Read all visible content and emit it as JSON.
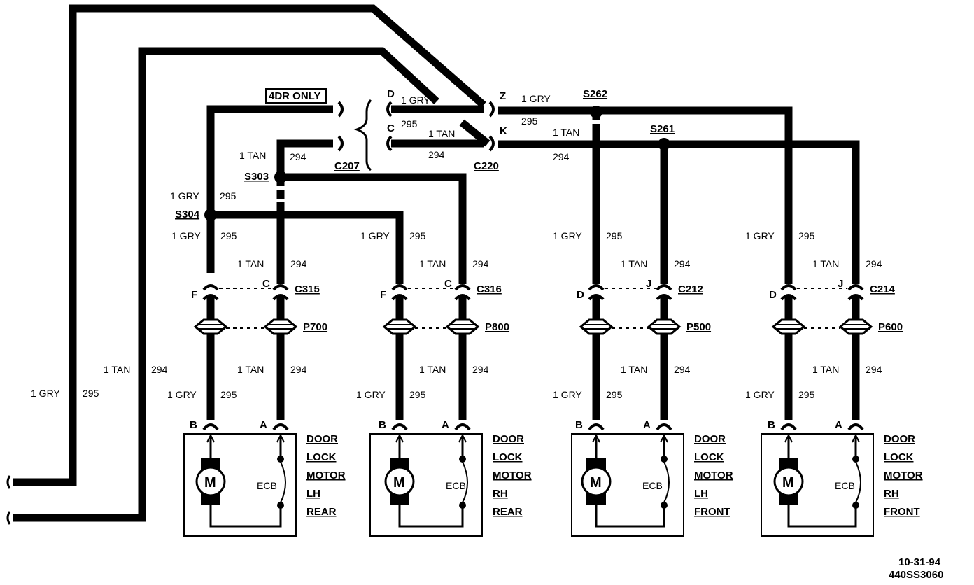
{
  "connectors": {
    "c207": "C207",
    "c220": "C220",
    "c315": "C315",
    "c316": "C316",
    "c212": "C212",
    "c214": "C214",
    "p700": "P700",
    "p800": "P800",
    "p500": "P500",
    "p600": "P600"
  },
  "splices": {
    "s262": "S262",
    "s261": "S261",
    "s303": "S303",
    "s304": "S304"
  },
  "note": "4DR ONLY",
  "pins": {
    "d": "D",
    "c": "C",
    "z": "Z",
    "k": "K",
    "f": "F",
    "j": "J",
    "b": "B",
    "a": "A"
  },
  "wires": {
    "gry": "1 GRY",
    "tan": "1 TAN",
    "gry_circuit": "295",
    "tan_circuit": "294"
  },
  "motors": [
    {
      "line1": "DOOR",
      "line2": "LOCK",
      "line3": "MOTOR",
      "line4": "LH",
      "line5": "REAR"
    },
    {
      "line1": "DOOR",
      "line2": "LOCK",
      "line3": "MOTOR",
      "line4": "RH",
      "line5": "REAR"
    },
    {
      "line1": "DOOR",
      "line2": "LOCK",
      "line3": "MOTOR",
      "line4": "LH",
      "line5": "FRONT"
    },
    {
      "line1": "DOOR",
      "line2": "LOCK",
      "line3": "MOTOR",
      "line4": "RH",
      "line5": "FRONT"
    }
  ],
  "motor_symbol": "M",
  "ecb": "ECB",
  "footer": {
    "date": "10-31-94",
    "code": "440SS3060"
  }
}
